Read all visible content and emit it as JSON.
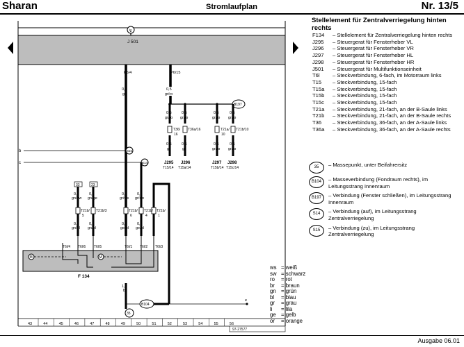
{
  "header": {
    "model": "Sharan",
    "doc_type": "Stromlaufplan",
    "page_number": "Nr. 13/5"
  },
  "description": {
    "title": "Stellelement für Zentralverriegelung hinten rechts",
    "items": [
      {
        "code": "F134",
        "text": "– Stellelement für Zentralverriegelung hinten rechts"
      },
      {
        "code": "J295",
        "text": "– Steuergerat für Fensterheber VL"
      },
      {
        "code": "J296",
        "text": "– Steuergerat für Fensterheber VR"
      },
      {
        "code": "J297",
        "text": "– Steuergerat für Fensterheber HL"
      },
      {
        "code": "J298",
        "text": "– Steuergerat für Fensterheber HR"
      },
      {
        "code": "J501",
        "text": "– Steuergerat für Multifunktionseinheit"
      },
      {
        "code": "T6l",
        "text": "– Steckverbindung, 6-fach, im Motorraum links"
      },
      {
        "code": "T15",
        "text": "– Steckverbindung, 15-fach"
      },
      {
        "code": "T15a",
        "text": "– Steckverbindung, 15-fach"
      },
      {
        "code": "T15b",
        "text": "– Steckverbindung, 15-fach"
      },
      {
        "code": "T15c",
        "text": "– Steckverbindung, 15-fach"
      },
      {
        "code": "T21a",
        "text": "– Steckverbindung, 21-fach, an der B-Saule links"
      },
      {
        "code": "T21b",
        "text": "– Steckverbindung, 21-fach, an der B-Saule rechts"
      },
      {
        "code": "T36",
        "text": "– Steckverbindung, 36-fach, an der A-Saule links"
      },
      {
        "code": "T36a",
        "text": "– Steckverbindung, 36-fach, an der A-Saule rechts"
      }
    ],
    "circle_items": [
      {
        "code": "35",
        "text": "– Massepunkt, unter Beifahrersitz"
      },
      {
        "code": "B104",
        "text": "– Masseverbindung (Fondraum rechts), im Leitungsstrang Innenraum"
      },
      {
        "code": "B197",
        "text": "– Verbindung (Fenster schließen), im Leitungsstrang Innenraum"
      },
      {
        "code": "S14",
        "text": "– Verbindung (auf), im Leitungsstrang Zentralverriegelung"
      },
      {
        "code": "S15",
        "text": "– Verbindung (zu), im Leitungsstrang Zentralverriegelung"
      }
    ]
  },
  "color_codes": [
    {
      "abbr": "ws",
      "name": "= weiß"
    },
    {
      "abbr": "sw",
      "name": "= schwarz"
    },
    {
      "abbr": "ro",
      "name": "= rot"
    },
    {
      "abbr": "br",
      "name": "= braun"
    },
    {
      "abbr": "gn",
      "name": "= grün"
    },
    {
      "abbr": "bl",
      "name": "= blau"
    },
    {
      "abbr": "gr",
      "name": "= grau"
    },
    {
      "abbr": "li",
      "name": "= lila"
    },
    {
      "abbr": "ge",
      "name": "= gelb"
    },
    {
      "abbr": "or",
      "name": "= orange"
    }
  ],
  "diagram": {
    "module_label": "J 501",
    "pin_p5": "P5/4",
    "pin_p6": "P6/15",
    "wire_05": "0,5",
    "wire_15": "1,5",
    "col_ge": "ge",
    "col_grro": "gr/ro",
    "col_gr": "gr",
    "col_grws": "gr/ws",
    "col_grsw": "gr/sw",
    "col_gnsw": "gn/sw",
    "col_gnge": "gn/ge",
    "col_gnbl": "gn/bl",
    "col_gebl": "ge/bl",
    "col_br": "br",
    "b197": "B197",
    "s15": "S15",
    "s14": "S14",
    "b104": "B104",
    "m35": "35",
    "ref33": "33",
    "ref23": "23",
    "lbl_b": "b",
    "lbl_c": "c",
    "lbl_e": "e",
    "f134": "F 134",
    "t36": "T36/",
    "t36n": "16",
    "t36a": "T36a/16",
    "t21a": "T21a/",
    "t21an": "10",
    "t21b": "T21b/10",
    "j295": "J295",
    "j295t": "T15/14",
    "j296": "J296",
    "j296t": "T15a/14",
    "j297": "J297",
    "j297t": "T15b/14",
    "j298": "J298",
    "j298t": "T15c/14",
    "t21b5": "T21b/",
    "n5": "5",
    "t21b3": "T21b/3",
    "t21b6": "T21b/",
    "n6": "6",
    "t21b4": "T21b/",
    "n4": "4",
    "t21b1": "T21b/",
    "n1": "1",
    "t6l4": "T6l/4",
    "t6l6": "T6l/6",
    "t6l5": "T6l/5",
    "t6l1": "T6l/1",
    "t6l2": "T6l/2",
    "t6l3": "T6l/3",
    "m": "M",
    "ref_id": "97-27577",
    "ruler": [
      "43",
      "44",
      "45",
      "46",
      "47",
      "48",
      "49",
      "50",
      "51",
      "52",
      "53",
      "54",
      "55",
      "56"
    ]
  },
  "footer": {
    "edition": "Ausgabe 06.01"
  }
}
